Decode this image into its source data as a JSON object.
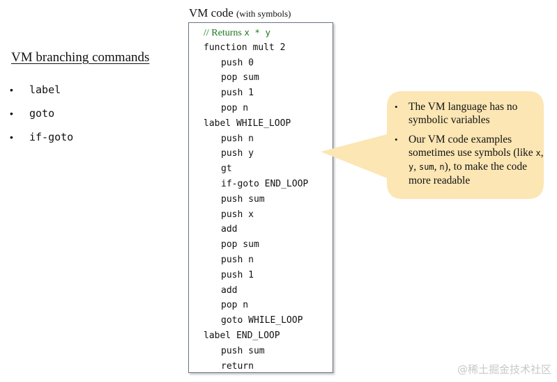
{
  "left": {
    "title": "VM branching commands",
    "bullet": "•",
    "commands": [
      "label",
      "goto",
      "if-goto"
    ]
  },
  "code_panel": {
    "title": "VM code",
    "title_suffix": "(with symbols)",
    "comment_prefix": "// Returns ",
    "comment_code": "x * y",
    "lines": [
      {
        "text": "function mult 2",
        "indent": 0
      },
      {
        "text": "push 0",
        "indent": 1
      },
      {
        "text": "pop sum",
        "indent": 1
      },
      {
        "text": "push 1",
        "indent": 1
      },
      {
        "text": "pop n",
        "indent": 1
      },
      {
        "text": "label WHILE_LOOP",
        "indent": 0
      },
      {
        "text": "push n",
        "indent": 1
      },
      {
        "text": "push y",
        "indent": 1
      },
      {
        "text": "gt",
        "indent": 1
      },
      {
        "text": "if-goto END_LOOP",
        "indent": 1
      },
      {
        "text": "push sum",
        "indent": 1
      },
      {
        "text": "push x",
        "indent": 1
      },
      {
        "text": "add",
        "indent": 1
      },
      {
        "text": "pop sum",
        "indent": 1
      },
      {
        "text": "push n",
        "indent": 1
      },
      {
        "text": "push 1",
        "indent": 1
      },
      {
        "text": "add",
        "indent": 1
      },
      {
        "text": "pop n",
        "indent": 1
      },
      {
        "text": "goto WHILE_LOOP",
        "indent": 1
      },
      {
        "text": "label END_LOOP",
        "indent": 0
      },
      {
        "text": "push sum",
        "indent": 1
      },
      {
        "text": "return",
        "indent": 1
      }
    ]
  },
  "callout": {
    "bullet": "•",
    "note1": "The VM language has no symbolic variables",
    "note2_before": "Our VM code examples sometimes use symbols (like ",
    "note2_x": "x",
    "sep1": ", ",
    "note2_y": "y",
    "sep2": ", ",
    "note2_sum": "sum",
    "sep3": ", ",
    "note2_n": "n",
    "note2_after": "), to make the code more readable"
  },
  "watermark": "@稀土掘金技术社区",
  "colors": {
    "callout_fill": "#fbe6b4",
    "comment_green": "#1a7a1a",
    "code_border": "#6a7380"
  }
}
